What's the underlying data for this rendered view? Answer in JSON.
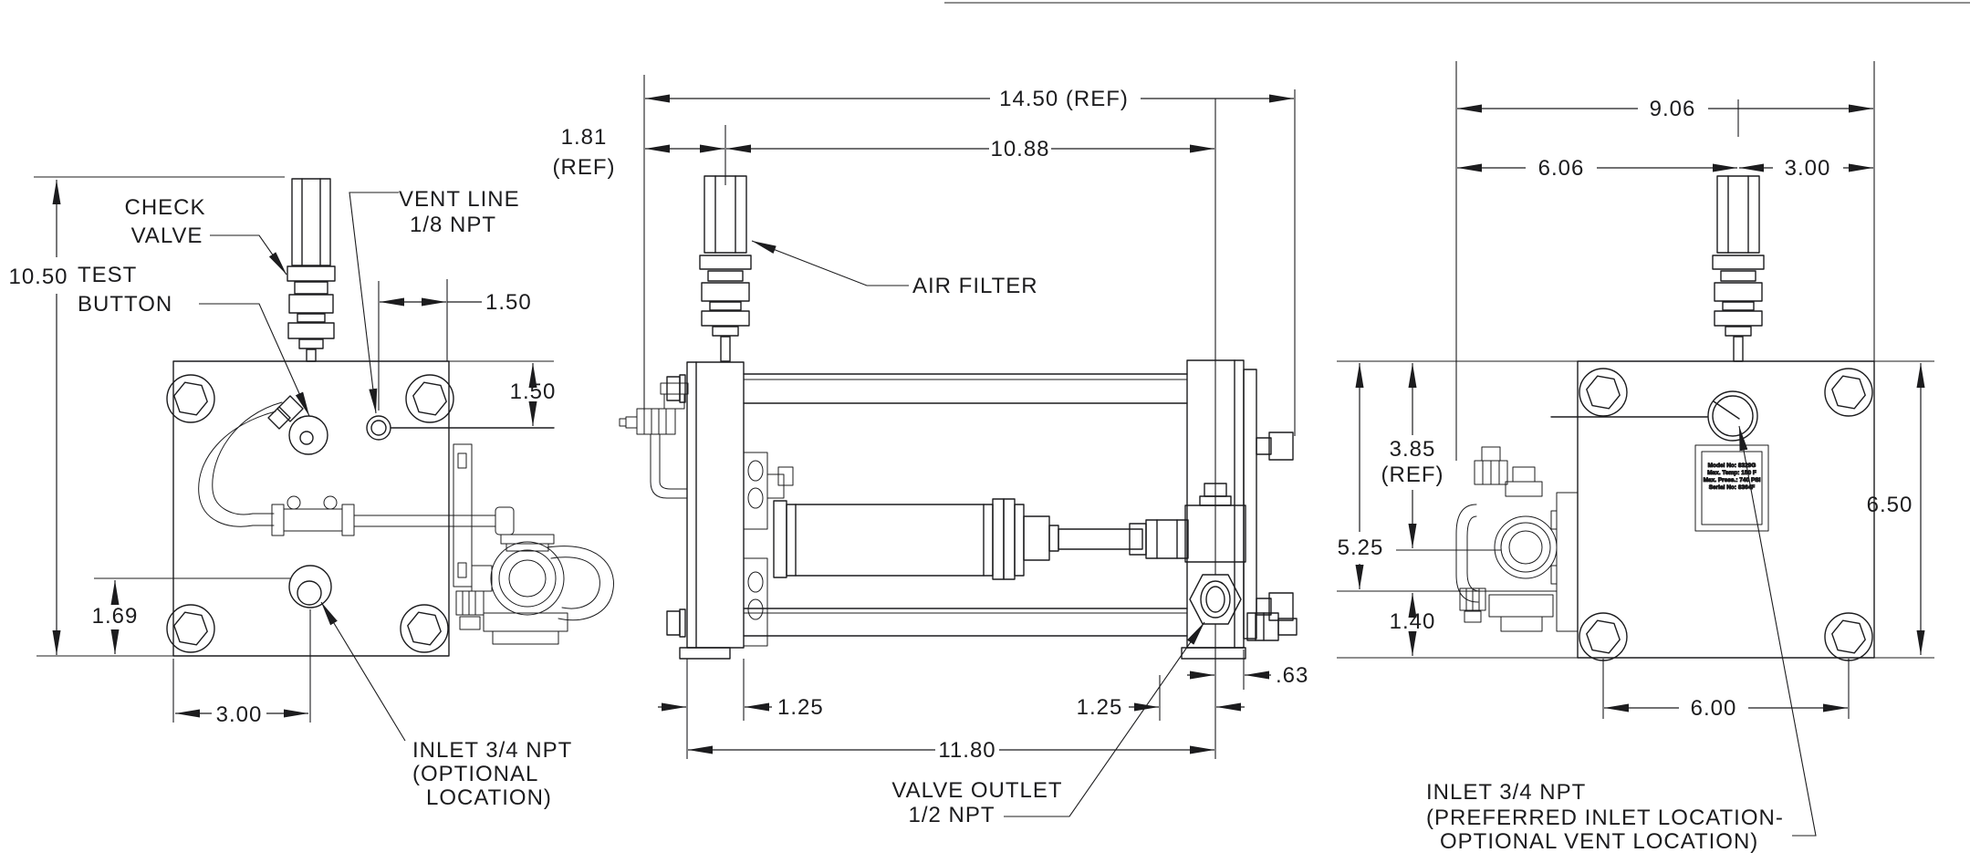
{
  "front_view": {
    "callouts": {
      "check_valve": [
        "CHECK",
        "VALVE"
      ],
      "test_button": [
        "TEST",
        "BUTTON"
      ],
      "vent_line": [
        "VENT LINE",
        "1/8 NPT"
      ],
      "inlet": [
        "INLET 3/4 NPT",
        "(OPTIONAL",
        "LOCATION)"
      ]
    },
    "dims": {
      "overall_height": "10.50",
      "vent_offset": "1.50",
      "vent_depth": "1.50",
      "inlet_height": "1.69",
      "inlet_offset": "3.00"
    }
  },
  "side_view": {
    "callouts": {
      "air_filter": "AIR FILTER",
      "valve_outlet": [
        "VALVE OUTLET",
        "1/2 NPT"
      ]
    },
    "dims": {
      "overall_width": "14.50 (REF)",
      "end_clearance": [
        "1.81",
        "(REF)"
      ],
      "filter_to_outlet": "10.88",
      "left_cap": "1.25",
      "right_cap": "1.25",
      "outlet_to_edge": ".63",
      "base_span": "11.80"
    }
  },
  "rear_view": {
    "callouts": {
      "inlet": [
        "INLET 3/4 NPT",
        "(PREFERRED INLET LOCATION-",
        "OPTIONAL VENT LOCATION)"
      ]
    },
    "dims": {
      "overall_width": "9.06",
      "end_to_filter": "6.06",
      "filter_to_edge": "3.00",
      "ref_height": [
        "3.85",
        "(REF)"
      ],
      "top_to_port": "5.25",
      "port_to_base": "1.40",
      "plate_height": "6.50",
      "bolt_spacing": "6.00"
    },
    "nameplate": [
      "Model No: 8329G",
      "Max. Temp: 150 F",
      "Max. Press.: 740 PSI",
      "Serial No: 8364F"
    ]
  }
}
